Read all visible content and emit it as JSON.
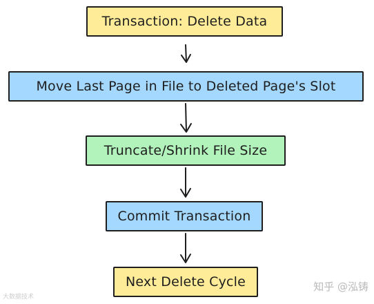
{
  "diagram": {
    "nodes": [
      {
        "id": "node-1",
        "label": "Transaction: Delete Data",
        "color": "#ffec99"
      },
      {
        "id": "node-2",
        "label": "Move Last Page in File to Deleted Page's Slot",
        "color": "#a5d8ff"
      },
      {
        "id": "node-3",
        "label": "Truncate/Shrink File Size",
        "color": "#b2f2bb"
      },
      {
        "id": "node-4",
        "label": "Commit Transaction",
        "color": "#a5d8ff"
      },
      {
        "id": "node-5",
        "label": "Next Delete Cycle",
        "color": "#ffec99"
      }
    ],
    "edges": [
      {
        "from": "node-1",
        "to": "node-2"
      },
      {
        "from": "node-2",
        "to": "node-3"
      },
      {
        "from": "node-3",
        "to": "node-4"
      },
      {
        "from": "node-4",
        "to": "node-5"
      }
    ],
    "stroke_color": "#1e1e1e"
  },
  "watermarks": {
    "left": "大数据技术",
    "right": "知乎 @泓铸"
  }
}
